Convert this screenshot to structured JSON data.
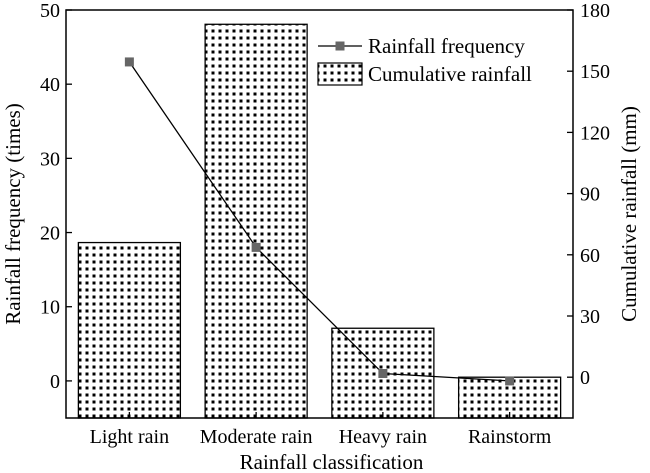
{
  "chart_data": {
    "type": "bar",
    "xlabel": "Rainfall classification",
    "categories": [
      "Light rain",
      "Moderate rain",
      "Heavy rain",
      "Rainstorm"
    ],
    "y_left": {
      "label": "Rainfall frequency (times)",
      "range": [
        -5,
        50
      ],
      "ticks": [
        0,
        10,
        20,
        30,
        40,
        50
      ]
    },
    "y_right": {
      "label": "Cumulative rainfall (mm)",
      "range": [
        -20,
        180
      ],
      "ticks": [
        0,
        30,
        60,
        90,
        120,
        150,
        180
      ]
    },
    "series": [
      {
        "name": "Cumulative rainfall",
        "type": "bar",
        "axis": "right",
        "values": [
          66,
          173,
          24,
          0
        ],
        "pattern": "dotted"
      },
      {
        "name": "Rainfall frequency",
        "type": "line",
        "axis": "left",
        "marker": "square",
        "values": [
          43,
          18,
          1,
          0
        ],
        "color": "#000000",
        "marker_color": "#666666"
      }
    ],
    "legend": "top-right",
    "grid": false
  }
}
